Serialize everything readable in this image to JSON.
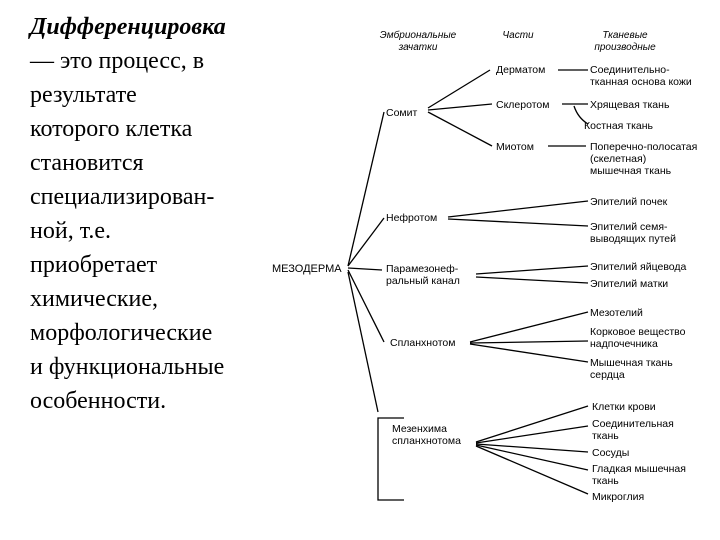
{
  "definition": {
    "term": "Дифференцировка",
    "text_lines": [
      "— это процесс, в",
      "результате",
      "которого клетка",
      "становится",
      "специализирован-",
      "ной, т.е.",
      "приобретает",
      "химические,",
      "морфологические",
      "и функциональные",
      "особенности."
    ]
  },
  "diagram": {
    "headers": {
      "col1": [
        "Эмбриональные",
        "зачатки"
      ],
      "col2": "Части",
      "col3": [
        "Тканевые",
        "производные"
      ]
    },
    "root": "МЕЗОДЕРМА",
    "somite": {
      "label": "Сомит",
      "parts": {
        "dermatome": "Дерматом",
        "sclerotome": "Склеротом",
        "myotome": "Миотом"
      },
      "derivatives": {
        "dermatome": [
          "Соединительно-",
          "тканная основа кожи"
        ],
        "sclerotome_1": "Хрящевая ткань",
        "sclerotome_2": "Костная ткань",
        "myotome": [
          "Поперечно-полосатая",
          "(скелетная)",
          "мышечная ткань"
        ]
      }
    },
    "nephrotome": {
      "label": "Нефротом",
      "derivatives": {
        "kidney": "Эпителий почек",
        "ducts": [
          "Эпителий семя-",
          "выводящих путей"
        ]
      }
    },
    "paramesonephric": {
      "label": [
        "Парамезонеф-",
        "ральный канал"
      ],
      "derivatives": {
        "oviduct": "Эпителий яйцевода",
        "uterus": "Эпителий матки"
      }
    },
    "splanchnotome": {
      "label": "Спланхнотом",
      "derivatives": {
        "mesothelium": "Мезотелий",
        "adrenal": [
          "Корковое вещество",
          "надпочечника"
        ],
        "heart": [
          "Мышечная ткань",
          "сердца"
        ]
      }
    },
    "mesenchyme": {
      "label": [
        "Мезенхима",
        "спланхнотома"
      ],
      "derivatives": {
        "blood": "Клетки крови",
        "connective": [
          "Соединительная",
          "ткань"
        ],
        "vessels": "Сосуды",
        "smooth": [
          "Гладкая мышечная",
          "ткань"
        ],
        "microglia": "Микроглия"
      }
    }
  }
}
